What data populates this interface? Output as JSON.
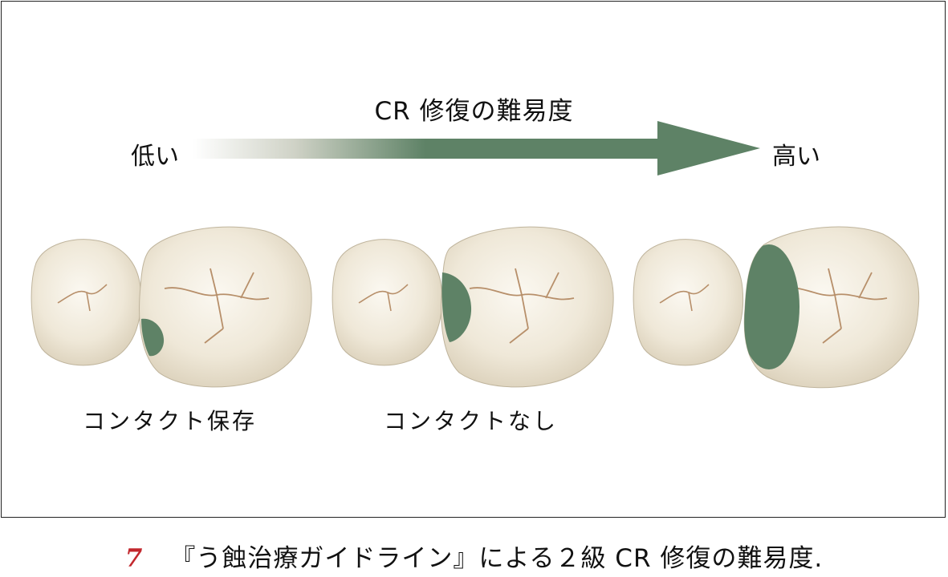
{
  "diagram": {
    "heading": "CR 修復の難易度",
    "scale": {
      "low": "低い",
      "high": "高い"
    },
    "colors": {
      "restoration": "#5e8266",
      "arrow": "#5e8266",
      "tooth": "#efe8d8",
      "fissure": "#b78f6a"
    },
    "panels": [
      {
        "label": "コンタクト保存"
      },
      {
        "label": "コンタクトなし"
      },
      {
        "label": ""
      }
    ]
  },
  "caption": {
    "fig_number": "7",
    "text": "『う蝕治療ガイドライン』による２級 CR 修復の難易度."
  }
}
